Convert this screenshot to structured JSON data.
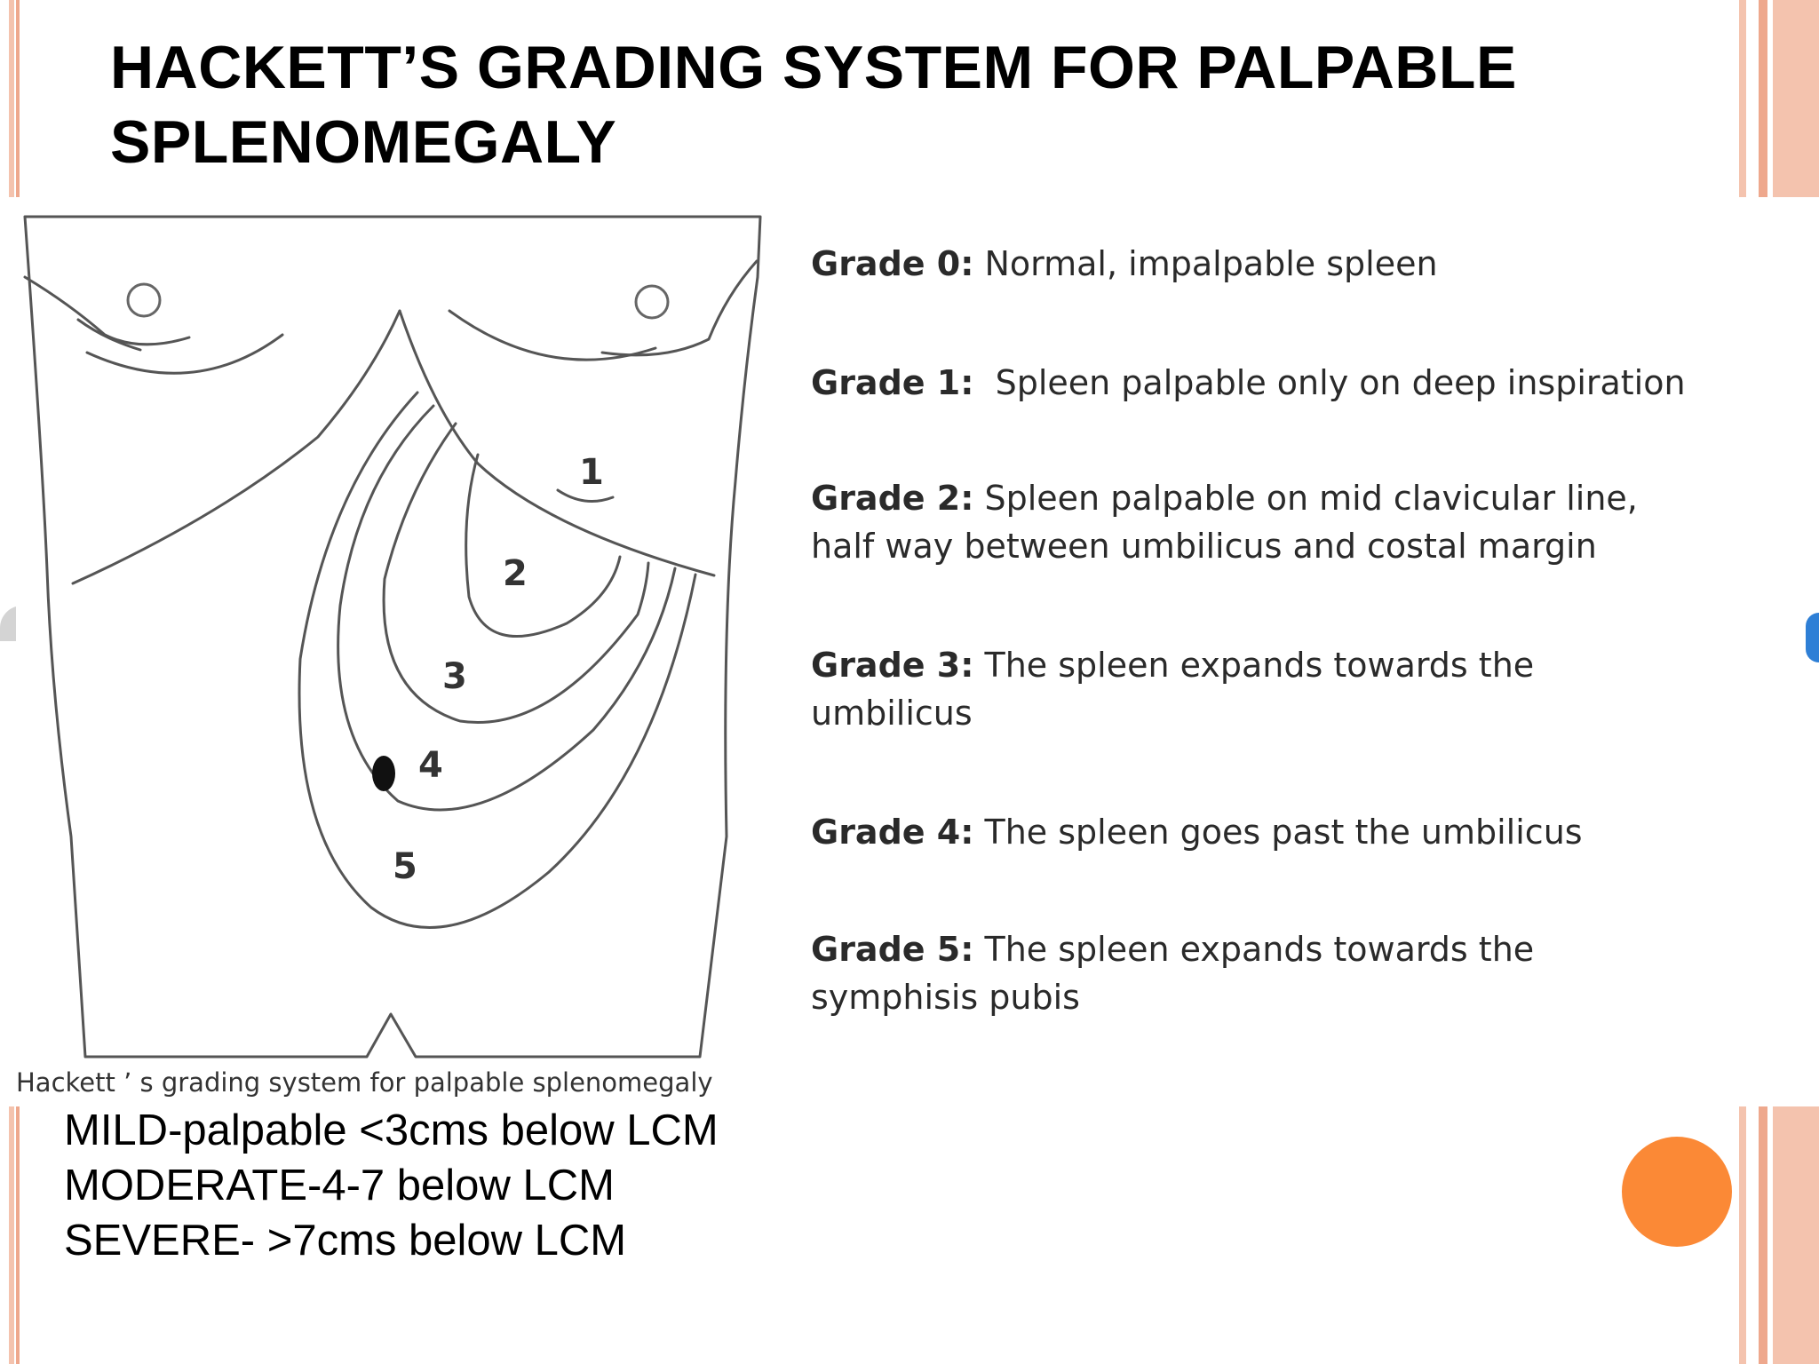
{
  "slide": {
    "title_lines": [
      "HACKETT’S GRADING SYSTEM FOR PALPABLE",
      "SPLENOMEGALY"
    ],
    "accent_color": "#fb8936",
    "frame_color": "#f4c3ae"
  },
  "diagram": {
    "zone_labels": [
      "1",
      "2",
      "3",
      "4",
      "5"
    ],
    "caption": "Hackett ’ s grading system for palpable splenomegaly"
  },
  "grades": [
    {
      "label": "Grade 0:",
      "text": " Normal, impalpable spleen"
    },
    {
      "label": "Grade 1:",
      "text": "  Spleen palpable only on deep inspiration"
    },
    {
      "label": "Grade 2:",
      "text": " Spleen palpable on mid clavicular line,",
      "text2": "half way between umbilicus and costal margin"
    },
    {
      "label": "Grade 3:",
      "text": " The spleen expands towards the",
      "text2": "umbilicus"
    },
    {
      "label": "Grade 4:",
      "text": " The spleen goes past the umbilicus"
    },
    {
      "label": "Grade 5:",
      "text": " The spleen expands towards the",
      "text2": "symphisis pubis"
    }
  ],
  "severity": [
    "MILD-palpable <3cms below LCM",
    "MODERATE-4-7 below LCM",
    "SEVERE- >7cms below LCM"
  ]
}
